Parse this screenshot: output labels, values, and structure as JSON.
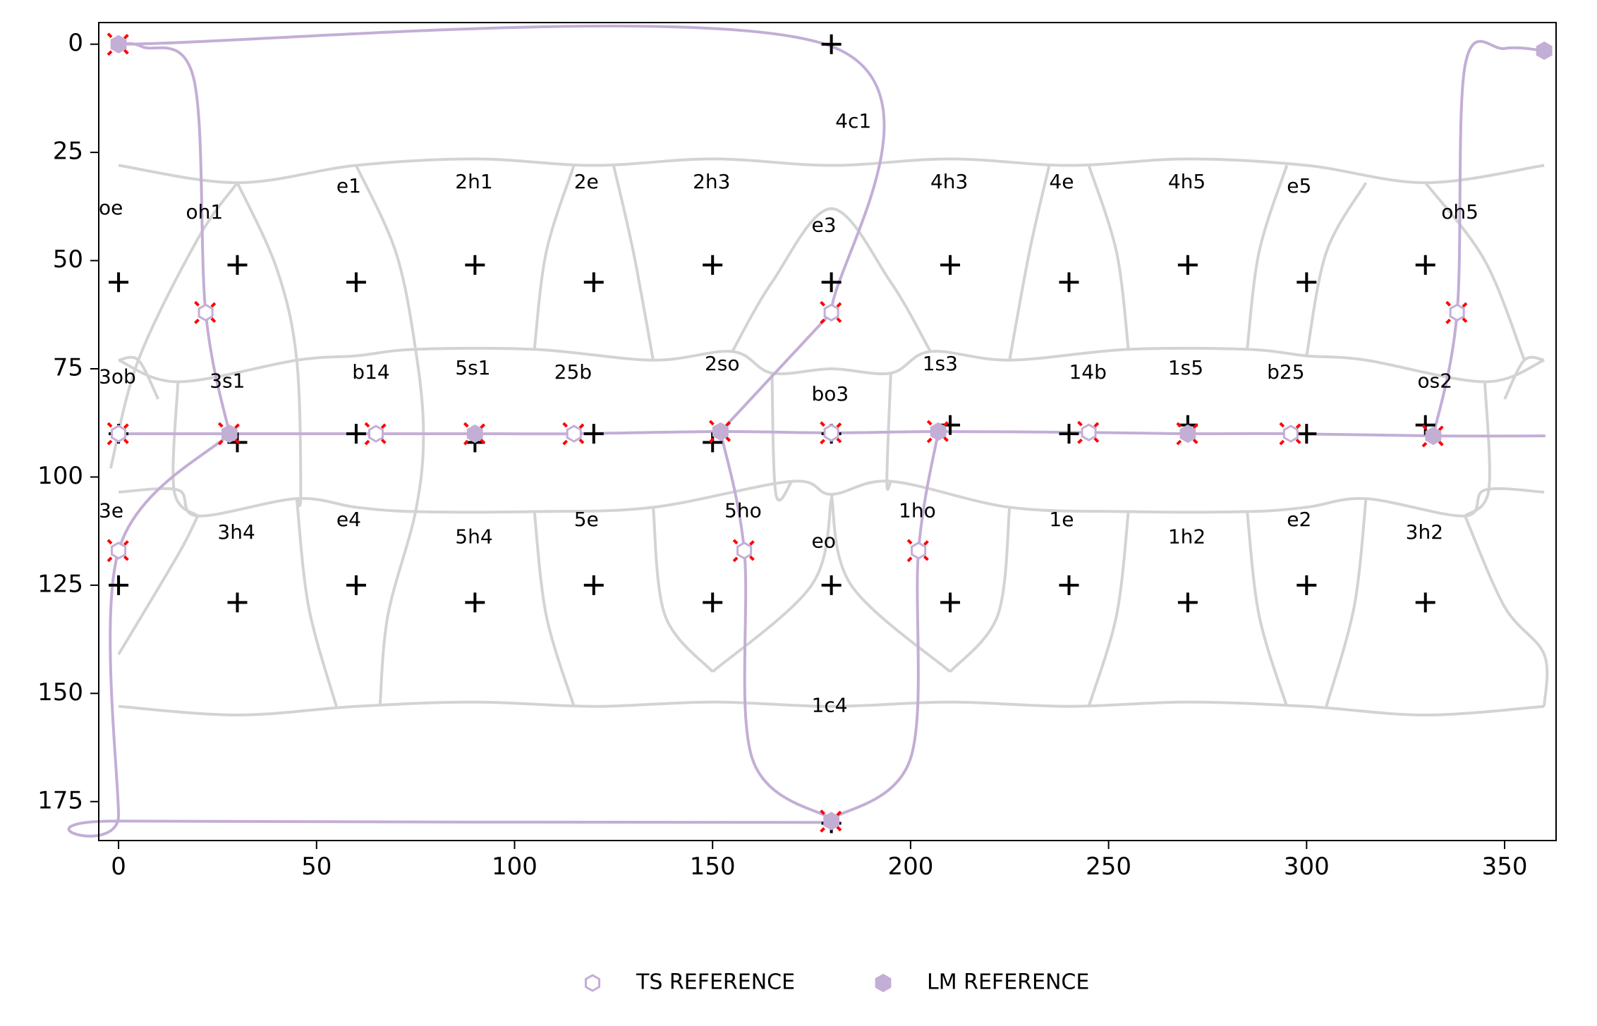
{
  "chart_data": {
    "type": "scatter",
    "title": "",
    "xlabel": "",
    "ylabel": "",
    "xlim": [
      -5,
      363
    ],
    "ylim": [
      184,
      -5
    ],
    "y_inverted": true,
    "grid": false,
    "legend_position": "bottom-center",
    "x_ticks": [
      0,
      50,
      100,
      150,
      200,
      250,
      300,
      350
    ],
    "y_ticks": [
      0,
      25,
      50,
      75,
      100,
      125,
      150,
      175
    ],
    "colors": {
      "path": "#c3aed6",
      "cells": "#d3d3d3",
      "marker_cross": "#ff0000",
      "centroid": "#000000"
    },
    "legend": [
      {
        "label": "TS REFERENCE",
        "marker": "hexagon-open",
        "color": "#c3aed6"
      },
      {
        "label": "LM REFERENCE",
        "marker": "hexagon-filled",
        "color": "#c3aed6"
      }
    ],
    "cell_labels": [
      {
        "text": "oe",
        "x": -5,
        "y": 38
      },
      {
        "text": "oh1",
        "x": 17,
        "y": 39
      },
      {
        "text": "e1",
        "x": 55,
        "y": 33
      },
      {
        "text": "2h1",
        "x": 85,
        "y": 32
      },
      {
        "text": "2e",
        "x": 115,
        "y": 32
      },
      {
        "text": "2h3",
        "x": 145,
        "y": 32
      },
      {
        "text": "4c1",
        "x": 181,
        "y": 18
      },
      {
        "text": "e3",
        "x": 175,
        "y": 42
      },
      {
        "text": "4h3",
        "x": 205,
        "y": 32
      },
      {
        "text": "4e",
        "x": 235,
        "y": 32
      },
      {
        "text": "4h5",
        "x": 265,
        "y": 32
      },
      {
        "text": "e5",
        "x": 295,
        "y": 33
      },
      {
        "text": "oh5",
        "x": 334,
        "y": 39
      },
      {
        "text": "3ob",
        "x": -5,
        "y": 77
      },
      {
        "text": "3s1",
        "x": 23,
        "y": 78
      },
      {
        "text": "b14",
        "x": 59,
        "y": 76
      },
      {
        "text": "5s1",
        "x": 85,
        "y": 75
      },
      {
        "text": "25b",
        "x": 110,
        "y": 76
      },
      {
        "text": "2so",
        "x": 148,
        "y": 74
      },
      {
        "text": "bo3",
        "x": 175,
        "y": 81
      },
      {
        "text": "1s3",
        "x": 203,
        "y": 74
      },
      {
        "text": "14b",
        "x": 240,
        "y": 76
      },
      {
        "text": "1s5",
        "x": 265,
        "y": 75
      },
      {
        "text": "b25",
        "x": 290,
        "y": 76
      },
      {
        "text": "os2",
        "x": 328,
        "y": 78
      },
      {
        "text": "3e",
        "x": -5,
        "y": 108
      },
      {
        "text": "3h4",
        "x": 25,
        "y": 113
      },
      {
        "text": "e4",
        "x": 55,
        "y": 110
      },
      {
        "text": "5h4",
        "x": 85,
        "y": 114
      },
      {
        "text": "5e",
        "x": 115,
        "y": 110
      },
      {
        "text": "5ho",
        "x": 153,
        "y": 108
      },
      {
        "text": "eo",
        "x": 175,
        "y": 115
      },
      {
        "text": "1ho",
        "x": 197,
        "y": 108
      },
      {
        "text": "1e",
        "x": 235,
        "y": 110
      },
      {
        "text": "1h2",
        "x": 265,
        "y": 114
      },
      {
        "text": "e2",
        "x": 295,
        "y": 110
      },
      {
        "text": "3h2",
        "x": 325,
        "y": 113
      },
      {
        "text": "1c4",
        "x": 175,
        "y": 153
      }
    ],
    "centroids": [
      [
        180,
        0
      ],
      [
        0,
        55
      ],
      [
        30,
        51
      ],
      [
        60,
        55
      ],
      [
        90,
        51
      ],
      [
        120,
        55
      ],
      [
        150,
        51
      ],
      [
        180,
        55
      ],
      [
        210,
        51
      ],
      [
        240,
        55
      ],
      [
        270,
        51
      ],
      [
        300,
        55
      ],
      [
        330,
        51
      ],
      [
        0,
        90
      ],
      [
        30,
        92
      ],
      [
        60,
        90
      ],
      [
        90,
        92
      ],
      [
        120,
        90
      ],
      [
        150,
        92
      ],
      [
        180,
        90
      ],
      [
        210,
        88
      ],
      [
        240,
        90
      ],
      [
        270,
        88
      ],
      [
        300,
        90
      ],
      [
        330,
        88
      ],
      [
        0,
        125
      ],
      [
        30,
        129
      ],
      [
        60,
        125
      ],
      [
        90,
        129
      ],
      [
        120,
        125
      ],
      [
        150,
        129
      ],
      [
        180,
        125
      ],
      [
        210,
        129
      ],
      [
        240,
        125
      ],
      [
        270,
        129
      ],
      [
        300,
        125
      ],
      [
        330,
        129
      ],
      [
        180,
        180
      ]
    ],
    "path_series": [
      {
        "points": [
          [
            0,
            0
          ],
          [
            180,
            0.5
          ],
          [
            180,
            62
          ]
        ]
      },
      {
        "points": [
          [
            0,
            0
          ],
          [
            6,
            0.6
          ],
          [
            19,
            8
          ],
          [
            22,
            62
          ],
          [
            28,
            90
          ]
        ]
      },
      {
        "points": [
          [
            0,
            90
          ],
          [
            28,
            90
          ],
          [
            65,
            90
          ],
          [
            90,
            90
          ],
          [
            115,
            90
          ],
          [
            152,
            89.5
          ],
          [
            180,
            89.8
          ],
          [
            207,
            89.5
          ],
          [
            245,
            89.7
          ],
          [
            270,
            90
          ],
          [
            296,
            90
          ],
          [
            332,
            90.5
          ],
          [
            360,
            90.5
          ]
        ]
      },
      {
        "points": [
          [
            28,
            90
          ],
          [
            0,
            117
          ],
          [
            0,
            178
          ],
          [
            1,
            179.5
          ],
          [
            180,
            179.8
          ]
        ]
      },
      {
        "points": [
          [
            152,
            89.5
          ],
          [
            180,
            62
          ]
        ]
      },
      {
        "points": [
          [
            152,
            89.5
          ],
          [
            158,
            117
          ],
          [
            160,
            165
          ],
          [
            180,
            179
          ]
        ]
      },
      {
        "points": [
          [
            180,
            179
          ],
          [
            200,
            165
          ],
          [
            202,
            117
          ],
          [
            207,
            89.5
          ]
        ]
      },
      {
        "points": [
          [
            332,
            90.5
          ],
          [
            338,
            62
          ],
          [
            340,
            5
          ],
          [
            350,
            1
          ],
          [
            360,
            1.5
          ]
        ]
      }
    ],
    "ts_points": [
      [
        22,
        62
      ],
      [
        180,
        62
      ],
      [
        338,
        62
      ],
      [
        0,
        90
      ],
      [
        65,
        90
      ],
      [
        115,
        90
      ],
      [
        180,
        89.8
      ],
      [
        245,
        89.7
      ],
      [
        296,
        90
      ],
      [
        0,
        117
      ],
      [
        158,
        117
      ],
      [
        202,
        117
      ]
    ],
    "lm_points": [
      [
        0,
        0
      ],
      [
        360,
        1.5
      ],
      [
        28,
        90
      ],
      [
        90,
        90
      ],
      [
        152,
        89.5
      ],
      [
        207,
        89.5
      ],
      [
        270,
        90
      ],
      [
        332,
        90.5
      ],
      [
        180,
        179.5
      ]
    ],
    "cross_points": [
      [
        0,
        0
      ],
      [
        22,
        62
      ],
      [
        180,
        62
      ],
      [
        338,
        62
      ],
      [
        0,
        90
      ],
      [
        28,
        90
      ],
      [
        65,
        90
      ],
      [
        90,
        90
      ],
      [
        115,
        90
      ],
      [
        152,
        89.5
      ],
      [
        180,
        89.8
      ],
      [
        207,
        89.5
      ],
      [
        245,
        89.7
      ],
      [
        270,
        90
      ],
      [
        296,
        90
      ],
      [
        332,
        90.5
      ],
      [
        0,
        117
      ],
      [
        158,
        117
      ],
      [
        202,
        117
      ],
      [
        180,
        179.5
      ]
    ],
    "grid_lines": [
      [
        [
          0,
          28
        ],
        [
          30,
          32
        ],
        [
          60,
          28
        ],
        [
          90,
          26.5
        ],
        [
          120,
          28
        ],
        [
          150,
          26.5
        ],
        [
          180,
          28
        ],
        [
          210,
          26.5
        ],
        [
          240,
          28
        ],
        [
          270,
          26.5
        ],
        [
          300,
          28
        ],
        [
          330,
          32
        ],
        [
          360,
          28
        ]
      ],
      [
        [
          0,
          153
        ],
        [
          30,
          155
        ],
        [
          60,
          153
        ],
        [
          90,
          152
        ],
        [
          120,
          153
        ],
        [
          150,
          152
        ],
        [
          180,
          153
        ],
        [
          210,
          152
        ],
        [
          240,
          153
        ],
        [
          270,
          152
        ],
        [
          300,
          153
        ],
        [
          330,
          155
        ],
        [
          360,
          153
        ]
      ],
      [
        [
          0,
          103.5
        ],
        [
          15,
          103
        ],
        [
          20,
          109
        ],
        [
          45,
          105
        ],
        [
          60,
          107
        ],
        [
          75,
          108
        ],
        [
          105,
          108
        ],
        [
          135,
          107
        ],
        [
          170,
          101
        ],
        [
          180,
          104
        ],
        [
          195,
          101
        ],
        [
          225,
          107
        ],
        [
          255,
          108
        ],
        [
          285,
          108
        ],
        [
          300,
          107
        ],
        [
          315,
          105
        ],
        [
          340,
          109
        ],
        [
          345,
          103
        ],
        [
          360,
          103.5
        ]
      ],
      [
        [
          0,
          73
        ],
        [
          15,
          78
        ],
        [
          45,
          73
        ],
        [
          60,
          72
        ],
        [
          75,
          70.5
        ],
        [
          105,
          70.5
        ],
        [
          135,
          73
        ],
        [
          155,
          71
        ],
        [
          165,
          76
        ],
        [
          180,
          75
        ],
        [
          195,
          76
        ],
        [
          205,
          71
        ],
        [
          225,
          73
        ],
        [
          255,
          70.5
        ],
        [
          285,
          70.5
        ],
        [
          300,
          72
        ],
        [
          315,
          73
        ],
        [
          345,
          78
        ],
        [
          360,
          73
        ]
      ],
      [
        [
          30,
          32
        ],
        [
          20,
          45
        ],
        [
          5,
          73
        ],
        [
          -2,
          98
        ]
      ],
      [
        [
          0,
          73
        ],
        [
          5,
          73
        ],
        [
          10,
          82
        ]
      ],
      [
        [
          15,
          78
        ],
        [
          14,
          103
        ],
        [
          20,
          109
        ]
      ],
      [
        [
          0,
          141
        ],
        [
          15,
          118
        ],
        [
          20,
          109
        ]
      ],
      [
        [
          30,
          32
        ],
        [
          40,
          52
        ],
        [
          45,
          73
        ],
        [
          46,
          104
        ],
        [
          45,
          105
        ]
      ],
      [
        [
          45,
          105
        ],
        [
          48,
          130
        ],
        [
          55,
          153
        ]
      ],
      [
        [
          60,
          28
        ],
        [
          70,
          48
        ],
        [
          75,
          70.5
        ],
        [
          77,
          90
        ],
        [
          75,
          108
        ],
        [
          68,
          132
        ],
        [
          66,
          153
        ]
      ],
      [
        [
          105,
          70.5
        ],
        [
          108,
          48
        ],
        [
          115,
          28
        ]
      ],
      [
        [
          105,
          108
        ],
        [
          108,
          132
        ],
        [
          115,
          153
        ]
      ],
      [
        [
          135,
          73
        ],
        [
          130,
          48
        ],
        [
          125,
          28
        ]
      ],
      [
        [
          135,
          107
        ],
        [
          138,
          132
        ],
        [
          150,
          145
        ]
      ],
      [
        [
          150,
          145
        ],
        [
          175,
          125
        ],
        [
          180,
          105
        ]
      ],
      [
        [
          180,
          104
        ],
        [
          185,
          125
        ],
        [
          210,
          145
        ]
      ],
      [
        [
          210,
          145
        ],
        [
          222,
          132
        ],
        [
          225,
          107
        ]
      ],
      [
        [
          155,
          71
        ],
        [
          165,
          55
        ],
        [
          180,
          38
        ],
        [
          195,
          55
        ],
        [
          205,
          71
        ]
      ],
      [
        [
          225,
          73
        ],
        [
          230,
          48
        ],
        [
          235,
          28
        ]
      ],
      [
        [
          255,
          70.5
        ],
        [
          252,
          48
        ],
        [
          245,
          28
        ]
      ],
      [
        [
          255,
          108
        ],
        [
          252,
          132
        ],
        [
          245,
          153
        ]
      ],
      [
        [
          285,
          108
        ],
        [
          288,
          132
        ],
        [
          295,
          153
        ]
      ],
      [
        [
          285,
          70.5
        ],
        [
          288,
          48
        ],
        [
          295,
          28
        ]
      ],
      [
        [
          300,
          72
        ],
        [
          305,
          48
        ],
        [
          315,
          32
        ]
      ],
      [
        [
          315,
          105
        ],
        [
          312,
          130
        ],
        [
          305,
          153
        ]
      ],
      [
        [
          330,
          32
        ],
        [
          345,
          50
        ],
        [
          355,
          73
        ]
      ],
      [
        [
          360,
          73
        ],
        [
          355,
          73
        ],
        [
          350,
          82
        ]
      ],
      [
        [
          345,
          78
        ],
        [
          346,
          103
        ],
        [
          340,
          109
        ]
      ],
      [
        [
          340,
          109
        ],
        [
          350,
          130
        ],
        [
          360,
          141
        ],
        [
          360,
          153
        ]
      ],
      [
        [
          165,
          76
        ],
        [
          166,
          104
        ],
        [
          170,
          101
        ]
      ],
      [
        [
          195,
          76
        ],
        [
          194,
          101
        ],
        [
          195,
          101
        ]
      ]
    ]
  }
}
